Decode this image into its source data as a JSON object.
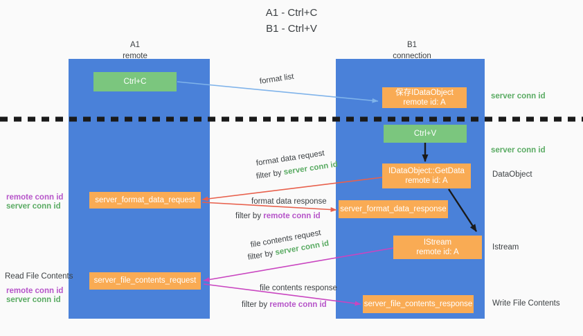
{
  "title": {
    "line1": "A1 - Ctrl+C",
    "line2": "B1 - Ctrl+V"
  },
  "colors": {
    "column": "#4a81d9",
    "box_orange": "#f9ab54",
    "box_green": "#7bc67e",
    "server_conn_id": "#5aab63",
    "remote_conn_id": "#b655c9",
    "arrow_red": "#e8604c",
    "arrow_magenta": "#c945c0",
    "arrow_blue": "#7fb3ea",
    "arrow_black": "#1a1a1a",
    "background": "#fafafa"
  },
  "columns": [
    {
      "name": "A1",
      "sub": "remote"
    },
    {
      "name": "B1",
      "sub": "connection"
    }
  ],
  "nodes": {
    "ctrl_c": {
      "l1": "Ctrl+C",
      "l2": ""
    },
    "save_idataobject": {
      "l1": "保存IDataObject",
      "l2": "remote id: A"
    },
    "ctrl_v": {
      "l1": "Ctrl+V",
      "l2": ""
    },
    "getdata": {
      "l1": "IDataObject::GetData",
      "l2": "remote id: A"
    },
    "server_format_data_request": {
      "l1": "server_format_data_request",
      "l2": ""
    },
    "server_format_data_response": {
      "l1": "server_format_data_response",
      "l2": ""
    },
    "istream": {
      "l1": "IStream",
      "l2": "remote id: A"
    },
    "server_file_contents_request": {
      "l1": "server_file_contents_request",
      "l2": ""
    },
    "server_file_contents_response": {
      "l1": "server_file_contents_response",
      "l2": ""
    }
  },
  "edge_labels": {
    "format_list": "format list",
    "format_data_request": "format data request",
    "format_data_request_filter_pre": "filter by ",
    "format_data_request_filter_key": "server conn id",
    "format_data_response": "format data response",
    "format_data_response_filter_pre": "filter by ",
    "format_data_response_filter_key": "remote conn id",
    "file_contents_request": "file contents request",
    "file_contents_request_filter_pre": "filter by ",
    "file_contents_request_filter_key": "server conn id",
    "file_contents_response": "file contents response",
    "file_contents_response_filter_pre": "filter by ",
    "file_contents_response_filter_key": "remote conn id"
  },
  "side_labels": {
    "right_server_conn_id_top": "server conn id",
    "right_server_conn_id_mid": "server conn id",
    "right_dataobject": "DataObject",
    "right_istream": "Istream",
    "right_write_file_contents": "Write File Contents",
    "left_remote_conn_id_1": "remote conn id",
    "left_server_conn_id_1": "server conn id",
    "left_read_file_contents": "Read File Contents",
    "left_remote_conn_id_2": "remote conn id",
    "left_server_conn_id_2": "server conn id"
  }
}
